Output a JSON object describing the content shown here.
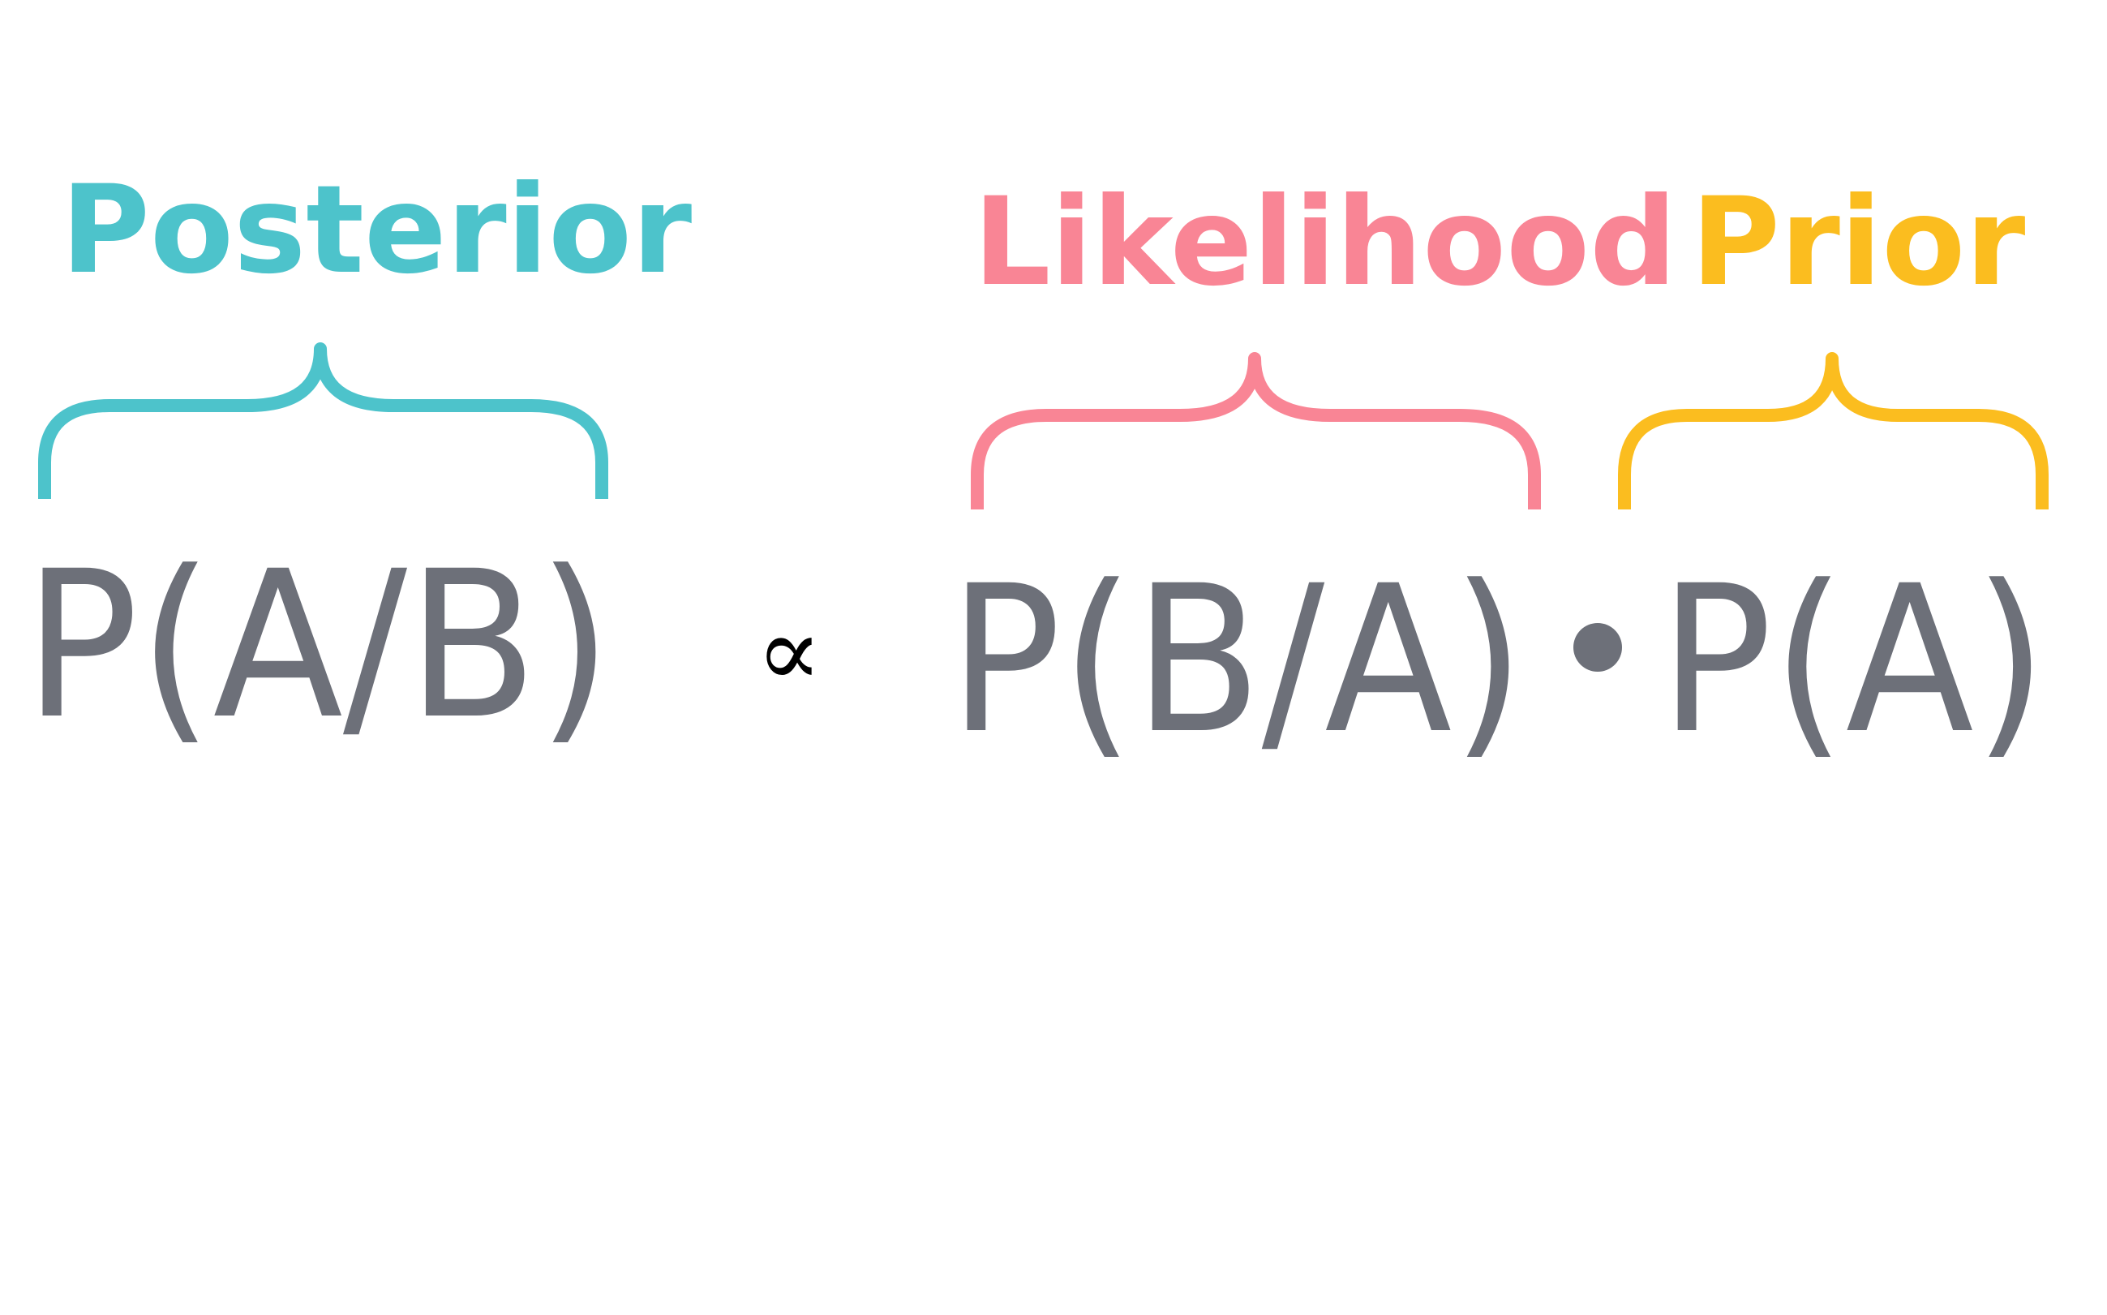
{
  "labels": {
    "posterior": "Posterior",
    "likelihood": "Likelihood",
    "prior": "Prior"
  },
  "expressions": {
    "posterior": "P(A/B)",
    "likelihood": "P(B/A)",
    "prior": "P(A)"
  },
  "operators": {
    "proportional": "∝",
    "multiply": "•"
  },
  "colors": {
    "posterior": "#4dc3cb",
    "likelihood": "#f98595",
    "prior": "#fbbd1f",
    "expression": "#6d7079",
    "operator": "#000000"
  }
}
